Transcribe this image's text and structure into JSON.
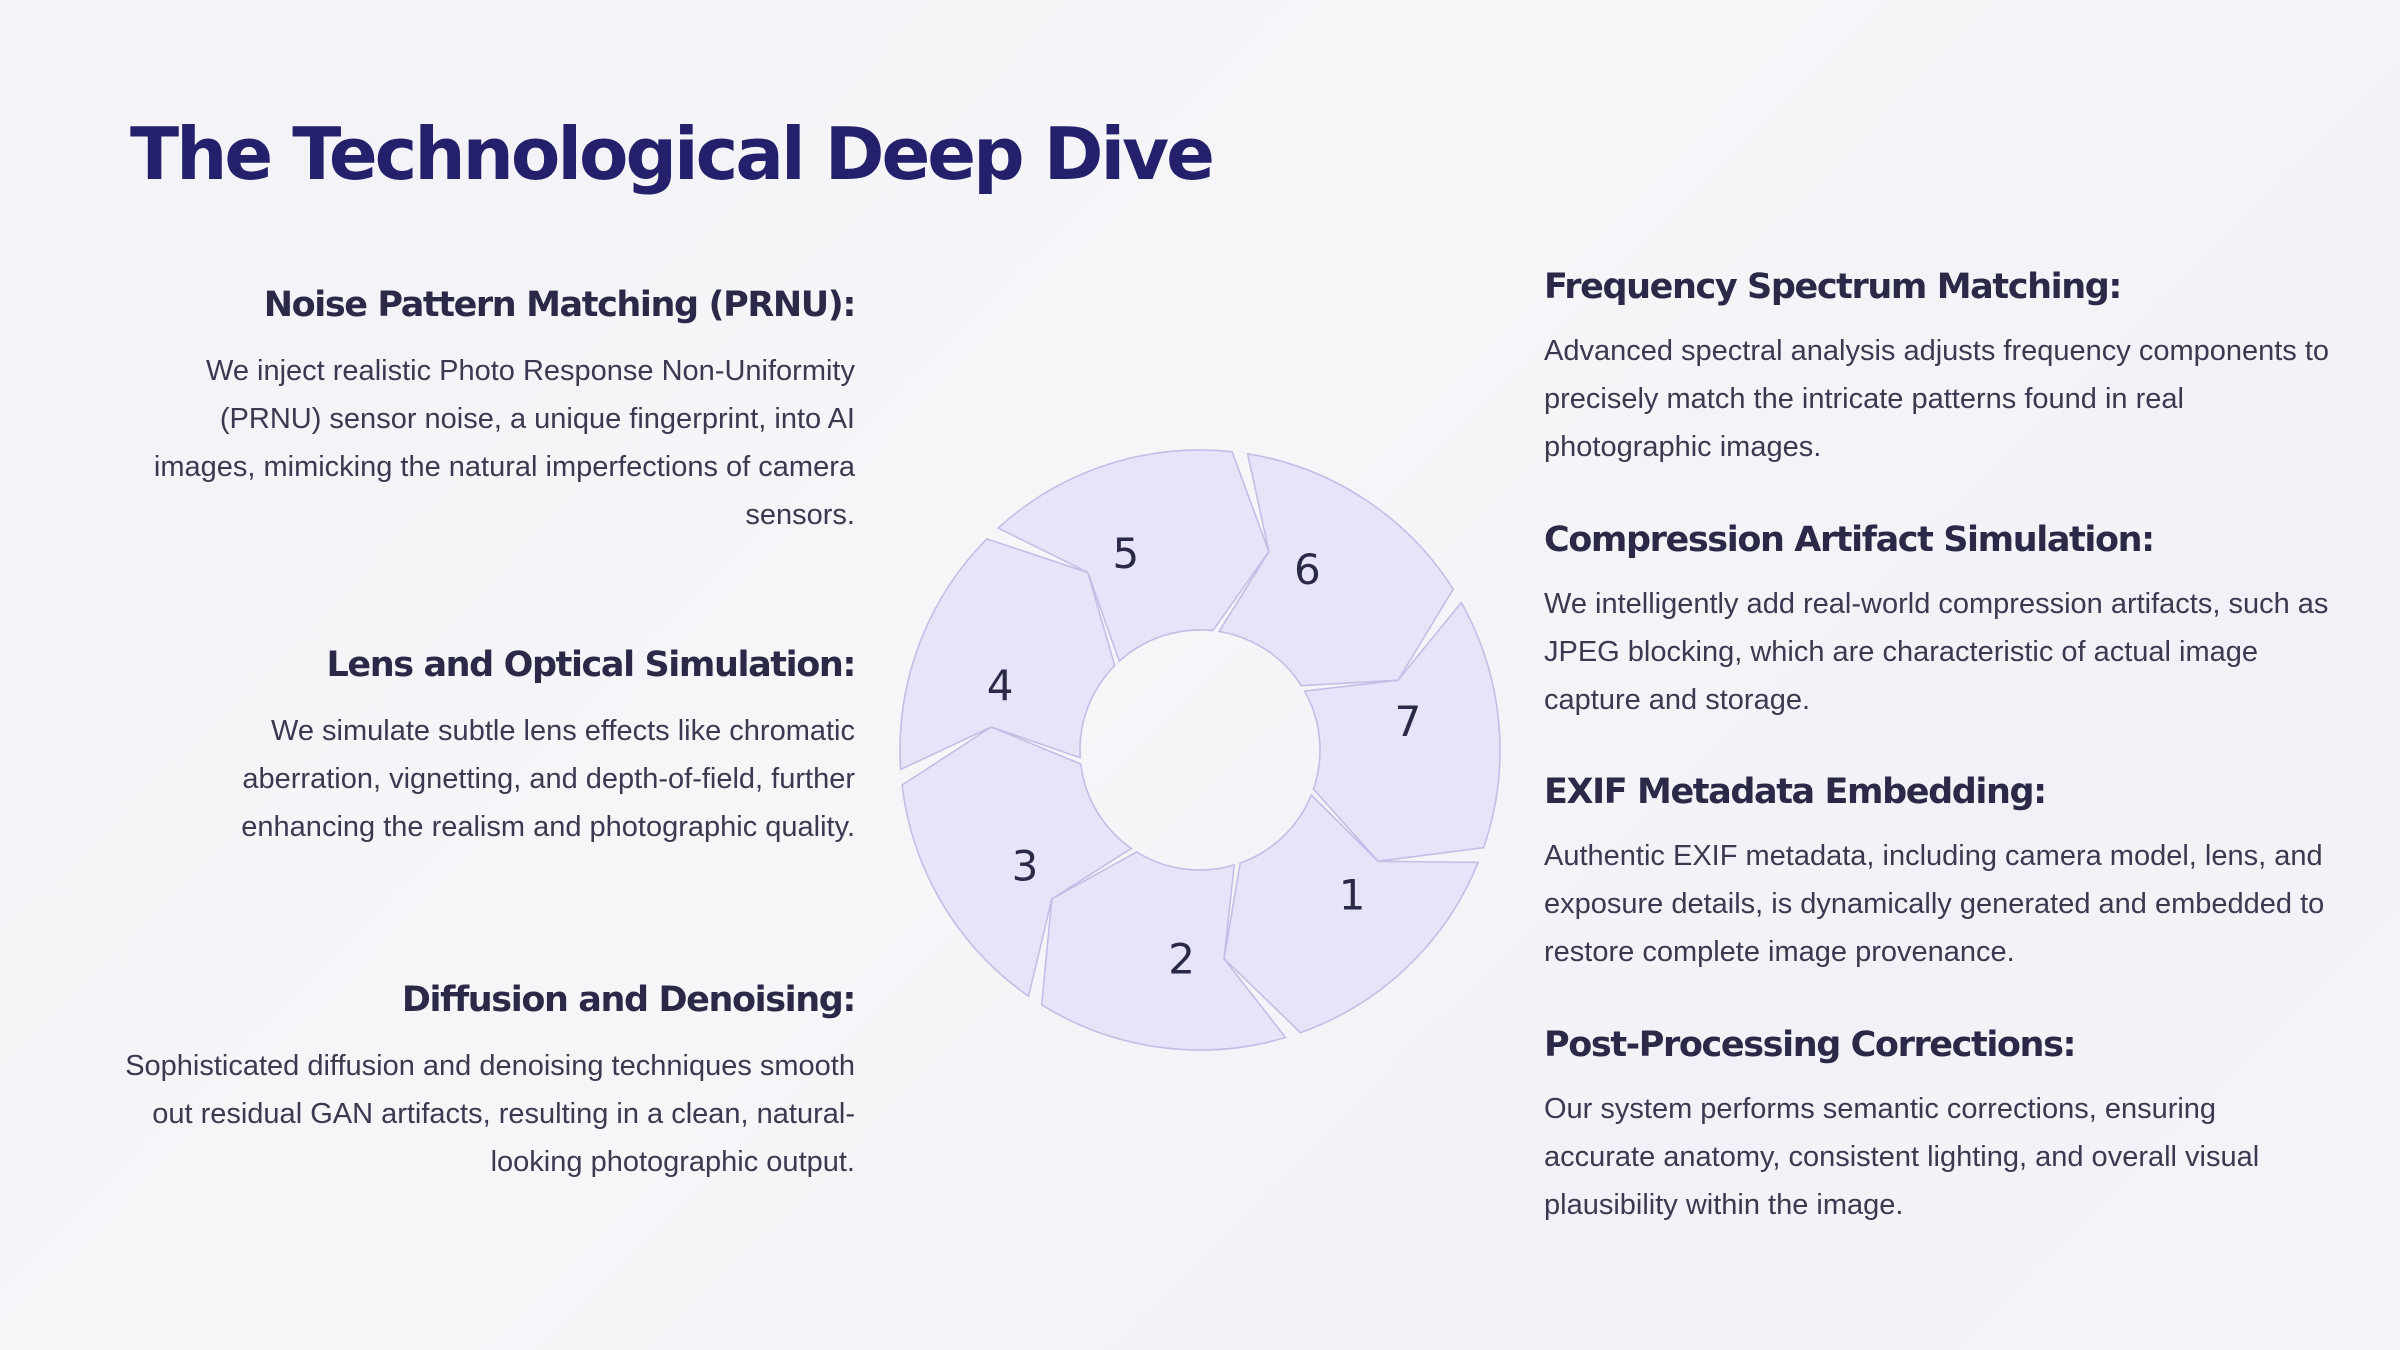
{
  "slide": {
    "title": "The Technological Deep Dive"
  },
  "left_items": [
    {
      "heading": "Noise Pattern Matching (PRNU):",
      "body": "We inject realistic Photo Response Non-Uniformity (PRNU) sensor noise, a unique fingerprint, into AI images, mimicking the natural imperfections of camera sensors."
    },
    {
      "heading": "Lens and Optical Simulation:",
      "body": "We simulate subtle lens effects like chromatic aberration, vignetting, and depth-of-field, further enhancing the realism and photographic quality."
    },
    {
      "heading": "Diffusion and Denoising:",
      "body": "Sophisticated diffusion and denoising techniques smooth out residual GAN artifacts, resulting in a clean, natural-looking photographic output."
    }
  ],
  "right_items": [
    {
      "heading": "Frequency Spectrum Matching:",
      "body": "Advanced spectral analysis adjusts frequency components to precisely match the intricate patterns found in real photographic images."
    },
    {
      "heading": "Compression Artifact Simulation:",
      "body": "We intelligently add real-world compression artifacts, such as JPEG blocking, which are characteristic of actual image capture and storage."
    },
    {
      "heading": "EXIF Metadata Embedding:",
      "body": "Authentic EXIF metadata, including camera model, lens, and exposure details, is dynamically generated and embedded to restore complete image provenance."
    },
    {
      "heading": "Post-Processing Corrections:",
      "body": "Our system performs semantic corrections, ensuring accurate anatomy, consistent lighting, and overall visual plausibility within the image."
    }
  ],
  "cycle": {
    "segments": [
      {
        "number": "1"
      },
      {
        "number": "2"
      },
      {
        "number": "3"
      },
      {
        "number": "4"
      },
      {
        "number": "5"
      },
      {
        "number": "6"
      },
      {
        "number": "7"
      }
    ],
    "colors": {
      "fill": "#e7e3f8",
      "stroke": "#c4bde6",
      "number": "#2a2947"
    }
  },
  "colors": {
    "title": "#24206b",
    "heading": "#2a2947",
    "body": "#3a3950",
    "background": "#f4f4f8"
  }
}
